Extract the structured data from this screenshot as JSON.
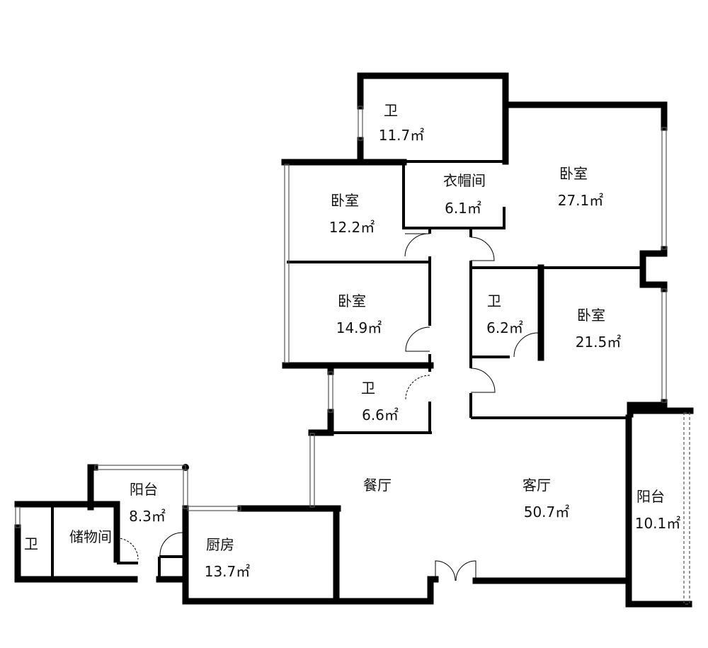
{
  "rooms": [
    {
      "name": "卫",
      "area": "11.7㎡"
    },
    {
      "name": "衣帽间",
      "area": "6.1㎡"
    },
    {
      "name": "卧室",
      "area": "27.1㎡"
    },
    {
      "name": "卧室",
      "area": "12.2㎡"
    },
    {
      "name": "卧室",
      "area": "14.9㎡"
    },
    {
      "name": "卫",
      "area": "6.2㎡"
    },
    {
      "name": "卧室",
      "area": "21.5㎡"
    },
    {
      "name": "卫",
      "area": "6.6㎡"
    },
    {
      "name": "餐厅",
      "area": ""
    },
    {
      "name": "客厅",
      "area": "50.7㎡"
    },
    {
      "name": "阳台",
      "area": "10.1㎡"
    },
    {
      "name": "阳台",
      "area": "8.3㎡"
    },
    {
      "name": "厨房",
      "area": "13.7㎡"
    },
    {
      "name": "储物间",
      "area": ""
    },
    {
      "name": "卫",
      "area": ""
    }
  ]
}
